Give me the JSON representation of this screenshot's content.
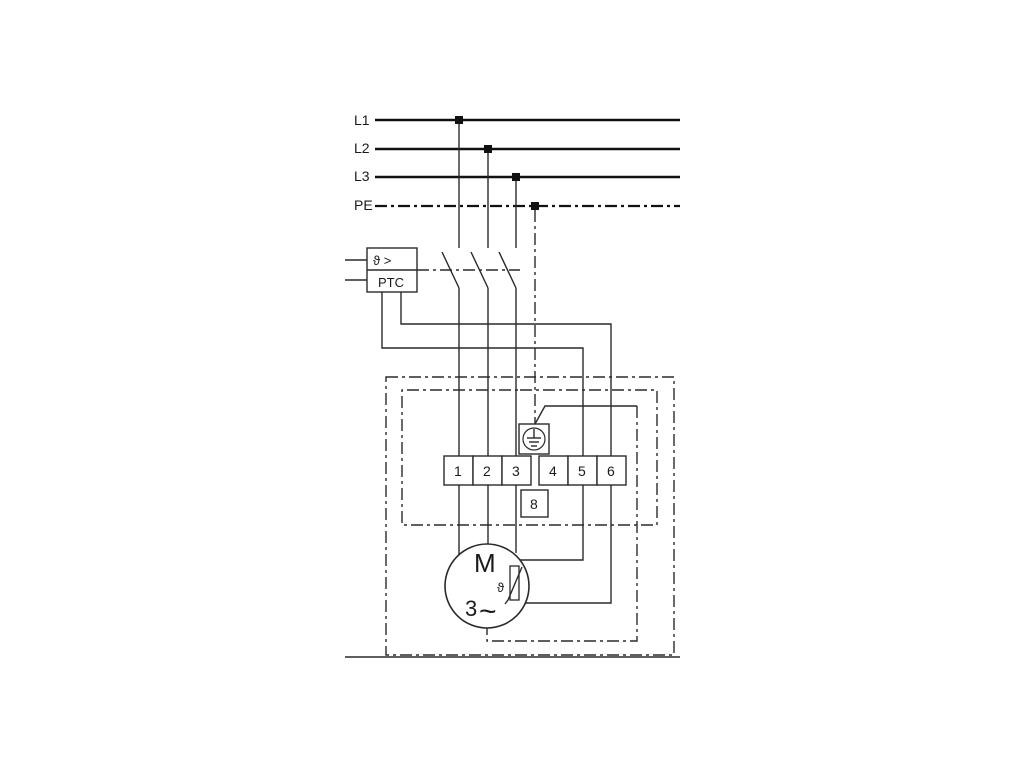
{
  "bus_lines": [
    "L1",
    "L2",
    "L3",
    "PE"
  ],
  "ptc": {
    "symbol": "ϑ >",
    "label": "PTC"
  },
  "terminals": [
    "1",
    "2",
    "3",
    "4",
    "5",
    "6"
  ],
  "terminal_extra": "8",
  "motor": {
    "letter": "M",
    "phase": "3",
    "tilde": "~",
    "thermistor_symbol": "ϑ"
  },
  "earth_symbol": "protective-earth"
}
